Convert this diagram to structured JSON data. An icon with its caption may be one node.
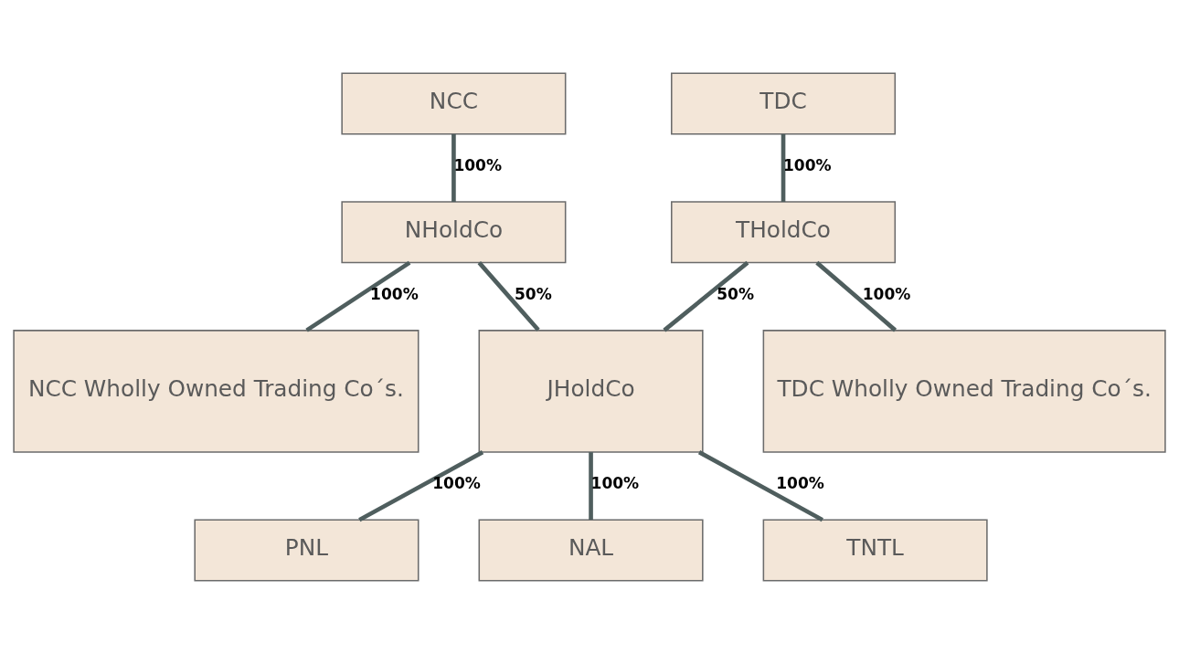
{
  "diagram": {
    "nodes": [
      {
        "text": [
          "NCC"
        ]
      },
      {
        "text": [
          "TDC"
        ]
      },
      {
        "text": [
          "NHoldCo"
        ]
      },
      {
        "text": [
          "THoldCo"
        ]
      },
      {
        "text": [
          "NCC Wholly Owned Trading Co´s."
        ]
      },
      {
        "text": [
          "JHoldCo"
        ]
      },
      {
        "text": [
          "TDC Wholly Owned Trading Co´s."
        ]
      },
      {
        "text": [
          "PNL"
        ]
      },
      {
        "text": [
          "NAL"
        ]
      },
      {
        "text": [
          "TNTL"
        ]
      }
    ],
    "edges": [
      {
        "from": 0,
        "to": 2,
        "arrow": "none",
        "label": "100%"
      },
      {
        "from": 1,
        "to": 3,
        "arrow": "none",
        "label": "100%"
      },
      {
        "from": 2,
        "to": 4,
        "arrow": "none",
        "label": "100%"
      },
      {
        "from": 2,
        "to": 5,
        "arrow": "none",
        "label": "50%"
      },
      {
        "from": 3,
        "to": 5,
        "arrow": "none",
        "label": "50%"
      },
      {
        "from": 3,
        "to": 6,
        "arrow": "none",
        "label": "100%"
      },
      {
        "from": 5,
        "to": 7,
        "arrow": "none",
        "label": "100%"
      },
      {
        "from": 5,
        "to": 8,
        "arrow": "none",
        "label": "100%"
      },
      {
        "from": 5,
        "to": 9,
        "arrow": "none",
        "label": "100%"
      }
    ]
  }
}
